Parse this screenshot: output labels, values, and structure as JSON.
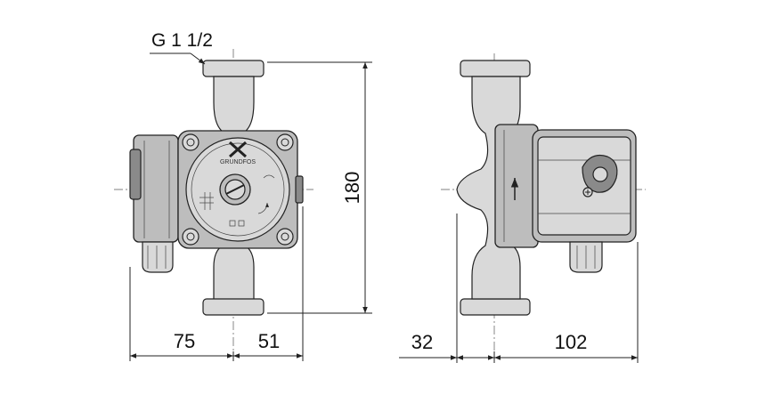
{
  "thread_label": "G 1 1/2",
  "dimensions": {
    "height": "180",
    "left_width": "75",
    "right_width": "51",
    "side_left": "32",
    "side_right": "102"
  },
  "brand": "GRUNDFOS",
  "colors": {
    "line": "#222222",
    "body_fill": "#bdbdbd",
    "background": "#ffffff"
  }
}
